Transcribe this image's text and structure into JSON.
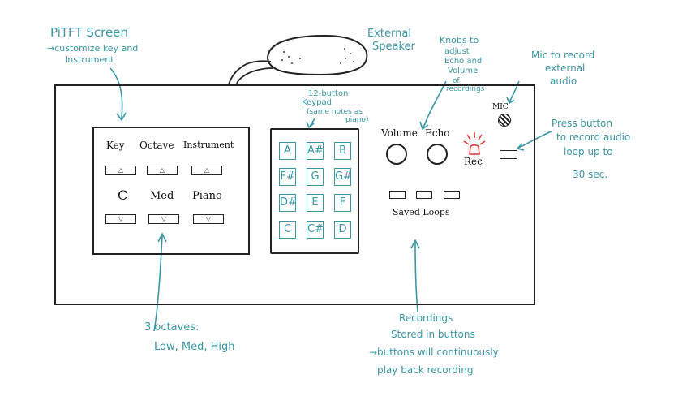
{
  "notes": {
    "pitft_title": "PiTFT Screen",
    "pitft_sub1": "→customize key and",
    "pitft_sub2": "Instrument",
    "speaker1": "External",
    "speaker2": "Speaker",
    "knobs1": "Knobs to",
    "knobs2": "adjust",
    "knobs3": "Echo and",
    "knobs4": "Volume",
    "knobs5": "of",
    "knobs6": "recordings",
    "mic1": "Mic to record",
    "mic2": "external",
    "mic3": "audio",
    "keypad1": "12-button",
    "keypad2": "Keypad",
    "keypad3": "(same notes as",
    "keypad4": "piano)",
    "press1": "Press button",
    "press2": "to record audio",
    "press3": "loop up to",
    "press4": "30 sec.",
    "octaves1": "3 octaves:",
    "octaves2": "Low, Med, High",
    "rec1": "Recordings",
    "rec2": "Stored in buttons",
    "rec3": "→buttons will continuously",
    "rec4": "play back recording"
  },
  "screen": {
    "col_key": "Key",
    "col_octave": "Octave",
    "col_instrument": "Instrument",
    "val_key": "C",
    "val_octave": "Med",
    "val_instrument": "Piano",
    "up_glyph": "△",
    "down_glyph": "▽"
  },
  "keypad": {
    "keys": [
      "A",
      "A#",
      "B",
      "F#",
      "G",
      "G#",
      "D#",
      "E",
      "F",
      "C",
      "C#",
      "D"
    ]
  },
  "controls": {
    "volume": "Volume",
    "echo": "Echo",
    "rec": "Rec",
    "mic": "MIC",
    "saved_loops": "Saved Loops"
  }
}
